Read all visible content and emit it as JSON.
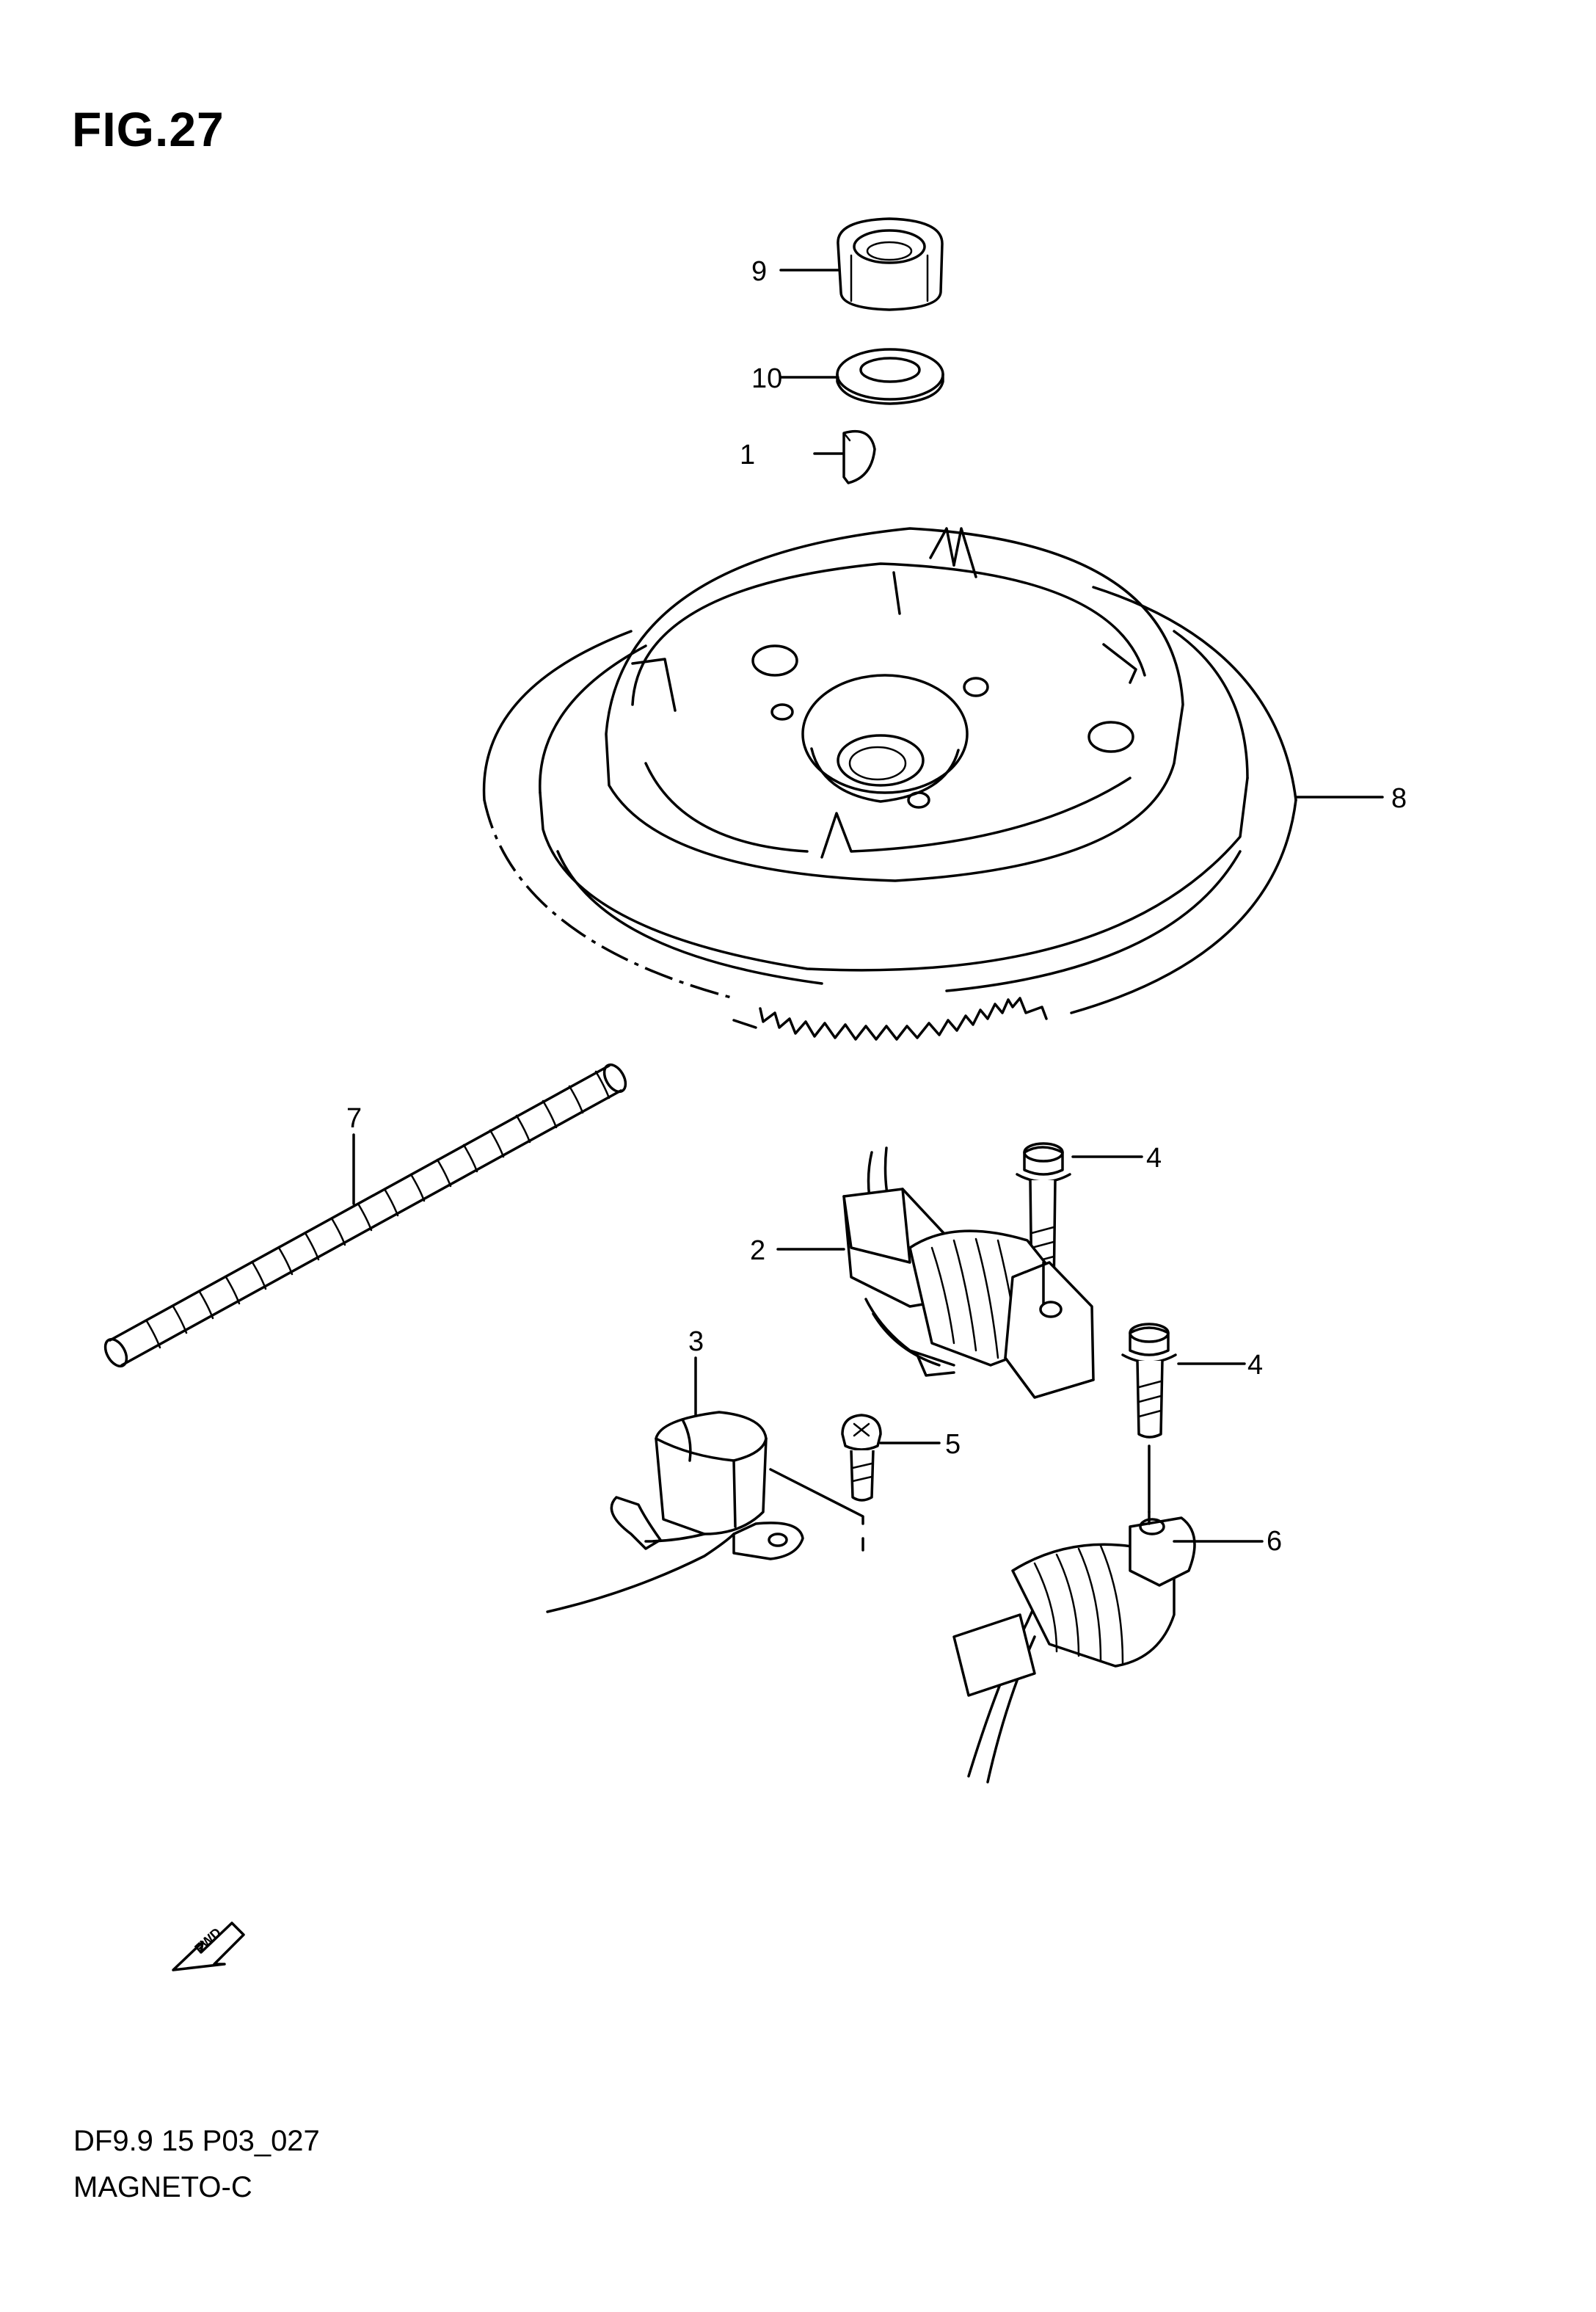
{
  "figure": {
    "title": "FIG.27"
  },
  "footer": {
    "model_code": "DF9.9 15 P03_027",
    "section": "MAGNETO-C"
  },
  "fwd_arrow": {
    "label": "FWD",
    "icon": "fwd-arrow-icon"
  },
  "callouts": [
    {
      "id": "1",
      "label": "1"
    },
    {
      "id": "2",
      "label": "2"
    },
    {
      "id": "3",
      "label": "3"
    },
    {
      "id": "4a",
      "label": "4"
    },
    {
      "id": "4b",
      "label": "4"
    },
    {
      "id": "5",
      "label": "5"
    },
    {
      "id": "6",
      "label": "6"
    },
    {
      "id": "7",
      "label": "7"
    },
    {
      "id": "8",
      "label": "8"
    },
    {
      "id": "9",
      "label": "9"
    },
    {
      "id": "10",
      "label": "10"
    }
  ]
}
